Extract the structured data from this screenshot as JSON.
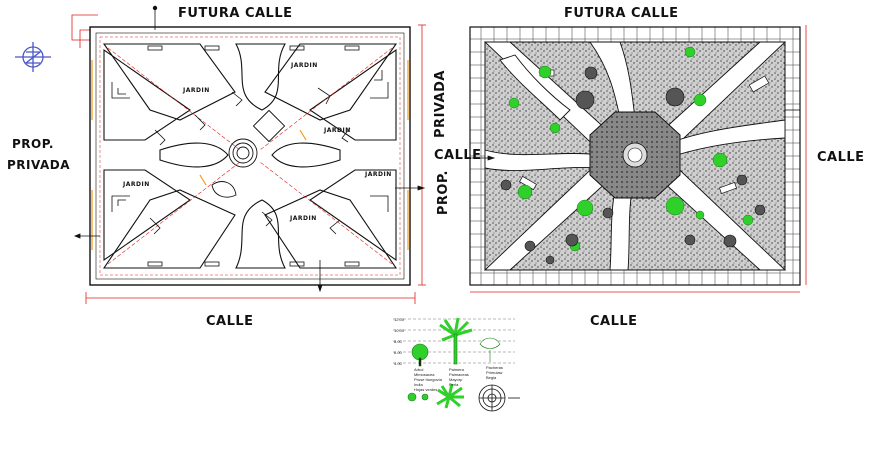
{
  "left_plan": {
    "top_label": "FUTURA CALLE",
    "bottom_label": "CALLE",
    "left_label_1": "PROP.",
    "left_label_2": "PRIVADA",
    "jardin_labels": [
      "JARDIN",
      "JARDIN",
      "JARDIN",
      "JARDIN",
      "JARDIN",
      "JARDIN"
    ]
  },
  "right_plan": {
    "top_label": "FUTURA CALLE",
    "bottom_label": "CALLE",
    "left_label_1": "PROP.",
    "left_label_2": "PRIVADA",
    "right_label": "CALLE",
    "middle_label": "CALLE"
  },
  "legend": {
    "scale_values": [
      "12.00",
      "10.00",
      "8.00",
      "6.00",
      "4.00"
    ],
    "captions": [
      [
        "Arbol",
        "Mimosacea",
        "Pruse Itungovia",
        "India",
        "Hojas verdes"
      ],
      [
        "Palmera",
        "Palmaceas",
        "Mayorp",
        "Perla"
      ],
      [
        "Pacheras",
        "Primulaw",
        "Begia"
      ]
    ]
  },
  "colors": {
    "plan_line": "#111111",
    "dimension_red": "#e0201c",
    "accent_orange": "#f29a1a",
    "plant_green": "#2fd02a",
    "compass_blue": "#4a56c8"
  },
  "icons": [
    "north-compass-icon"
  ]
}
